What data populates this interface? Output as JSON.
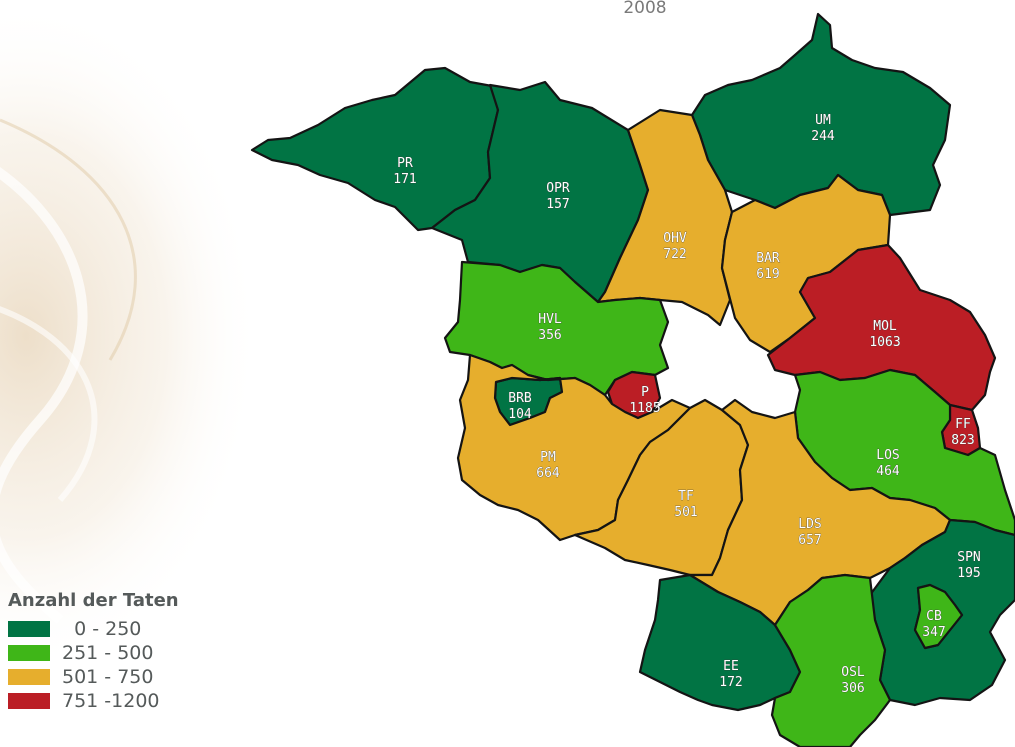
{
  "map": {
    "year": "2008",
    "colors": {
      "low": "#017444",
      "mid_low": "#3fb618",
      "mid_high": "#e6ae2d",
      "high": "#bb1e25"
    },
    "districts": [
      {
        "code": "PR",
        "value": "171",
        "class": "low"
      },
      {
        "code": "OPR",
        "value": "157",
        "class": "low"
      },
      {
        "code": "UM",
        "value": "244",
        "class": "low"
      },
      {
        "code": "OHV",
        "value": "722",
        "class": "mid_high"
      },
      {
        "code": "BAR",
        "value": "619",
        "class": "mid_high"
      },
      {
        "code": "HVL",
        "value": "356",
        "class": "mid_low"
      },
      {
        "code": "MOL",
        "value": "1063",
        "class": "high"
      },
      {
        "code": "BRB",
        "value": "104",
        "class": "low"
      },
      {
        "code": "P",
        "value": "1185",
        "class": "high"
      },
      {
        "code": "FF",
        "value": "823",
        "class": "high"
      },
      {
        "code": "LOS",
        "value": "464",
        "class": "mid_low"
      },
      {
        "code": "PM",
        "value": "664",
        "class": "mid_high"
      },
      {
        "code": "TF",
        "value": "501",
        "class": "mid_high"
      },
      {
        "code": "LDS",
        "value": "657",
        "class": "mid_high"
      },
      {
        "code": "SPN",
        "value": "195",
        "class": "low"
      },
      {
        "code": "CB",
        "value": "347",
        "class": "mid_low"
      },
      {
        "code": "EE",
        "value": "172",
        "class": "low"
      },
      {
        "code": "OSL",
        "value": "306",
        "class": "mid_low"
      }
    ]
  },
  "legend": {
    "title": "Anzahl der Taten",
    "items": [
      {
        "label": "  0 - 250",
        "class": "low"
      },
      {
        "label": "251 - 500",
        "class": "mid_low"
      },
      {
        "label": "501 - 750",
        "class": "mid_high"
      },
      {
        "label": "751 -1200",
        "class": "high"
      }
    ]
  }
}
